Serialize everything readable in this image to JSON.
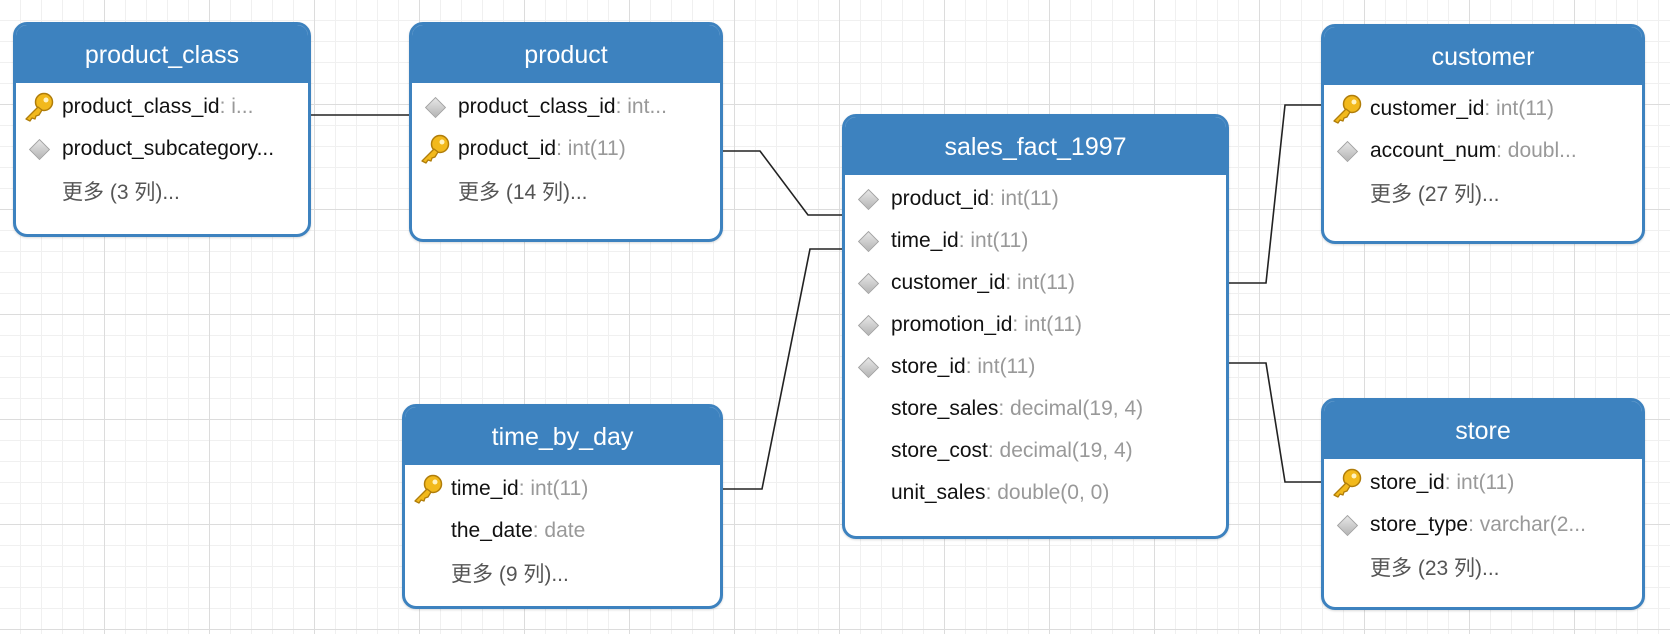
{
  "tables": [
    {
      "id": "product_class",
      "title": "product_class",
      "rows": [
        {
          "icon": "key",
          "name": "product_class_id",
          "type": ": i..."
        },
        {
          "icon": "diamond",
          "name": "product_subcategory...",
          "type": ""
        },
        {
          "icon": "none",
          "more": "更多 (3 列)..."
        }
      ]
    },
    {
      "id": "product",
      "title": "product",
      "rows": [
        {
          "icon": "diamond",
          "name": "product_class_id",
          "type": ": int..."
        },
        {
          "icon": "key",
          "name": "product_id",
          "type": ": int(11)"
        },
        {
          "icon": "none",
          "more": "更多 (14 列)..."
        }
      ]
    },
    {
      "id": "sales_fact_1997",
      "title": "sales_fact_1997",
      "rows": [
        {
          "icon": "diamond",
          "name": "product_id",
          "type": ": int(11)"
        },
        {
          "icon": "diamond",
          "name": "time_id",
          "type": ": int(11)"
        },
        {
          "icon": "diamond",
          "name": "customer_id",
          "type": ": int(11)"
        },
        {
          "icon": "diamond",
          "name": "promotion_id",
          "type": ": int(11)"
        },
        {
          "icon": "diamond",
          "name": "store_id",
          "type": ": int(11)"
        },
        {
          "icon": "none",
          "name": "store_sales",
          "type": ": decimal(19, 4)"
        },
        {
          "icon": "none",
          "name": "store_cost",
          "type": ": decimal(19, 4)"
        },
        {
          "icon": "none",
          "name": "unit_sales",
          "type": ": double(0, 0)"
        }
      ]
    },
    {
      "id": "customer",
      "title": "customer",
      "rows": [
        {
          "icon": "key",
          "name": "customer_id",
          "type": ": int(11)"
        },
        {
          "icon": "diamond",
          "name": "account_num",
          "type": ": doubl..."
        },
        {
          "icon": "none",
          "more": "更多 (27 列)..."
        }
      ]
    },
    {
      "id": "time_by_day",
      "title": "time_by_day",
      "rows": [
        {
          "icon": "key",
          "name": "time_id",
          "type": ": int(11)"
        },
        {
          "icon": "none",
          "name": "the_date",
          "type": ": date"
        },
        {
          "icon": "none",
          "more": "更多 (9 列)..."
        }
      ]
    },
    {
      "id": "store",
      "title": "store",
      "rows": [
        {
          "icon": "key",
          "name": "store_id",
          "type": ": int(11)"
        },
        {
          "icon": "diamond",
          "name": "store_type",
          "type": ": varchar(2..."
        },
        {
          "icon": "none",
          "more": "更多 (23 列)..."
        }
      ]
    }
  ],
  "colors": {
    "header": "#3d82bf",
    "line": "#222222",
    "type_text": "#999999"
  }
}
